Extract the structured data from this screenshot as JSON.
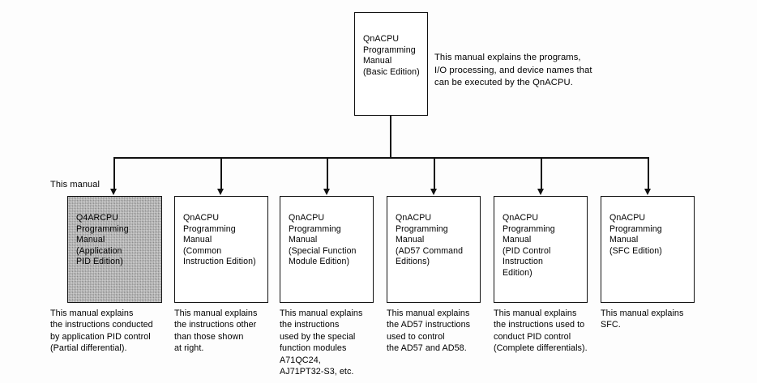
{
  "diagram": {
    "title": "QnACPU Programming Manual structure",
    "this_manual_label": "This manual",
    "line_color": "#111111",
    "shaded_fill": "#9a9a9a",
    "background": "#fdfdfd"
  },
  "root": {
    "box_text": "QnACPU\nProgramming\nManual\n(Basic Edition)",
    "description": "This manual explains the programs,\nI/O processing, and device names that\ncan be executed by the QnACPU."
  },
  "children": [
    {
      "box_text": "Q4ARCPU\nProgramming\nManual\n(Application\n PID Edition)",
      "caption": "This manual explains\nthe instructions conducted\nby application PID control\n(Partial differential).",
      "shaded": true,
      "marked_this_manual": true
    },
    {
      "box_text": "QnACPU\nProgramming\nManual\n(Common\n Instruction Edition)",
      "caption": "This manual explains\nthe instructions other\nthan those shown\nat right.",
      "shaded": false,
      "marked_this_manual": false
    },
    {
      "box_text": "QnACPU\nProgramming\nManual\n(Special Function\n Module Edition)",
      "caption": "This manual explains\nthe instructions\nused by the special\nfunction modules\nA71QC24,\nAJ71PT32-S3, etc.",
      "shaded": false,
      "marked_this_manual": false
    },
    {
      "box_text": "QnACPU\nProgramming\nManual\n(AD57 Command\n Editions)",
      "caption": "This manual explains\nthe AD57 instructions\nused to control\nthe AD57 and AD58.",
      "shaded": false,
      "marked_this_manual": false
    },
    {
      "box_text": "QnACPU\nProgramming\nManual\n(PID Control\n Instruction\n Edition)",
      "caption": "This manual explains\nthe instructions used to\nconduct PID control\n(Complete differentials).",
      "shaded": false,
      "marked_this_manual": false
    },
    {
      "box_text": "QnACPU\nProgramming\nManual\n(SFC Edition)",
      "caption": "This manual explains\nSFC.",
      "shaded": false,
      "marked_this_manual": false
    }
  ]
}
